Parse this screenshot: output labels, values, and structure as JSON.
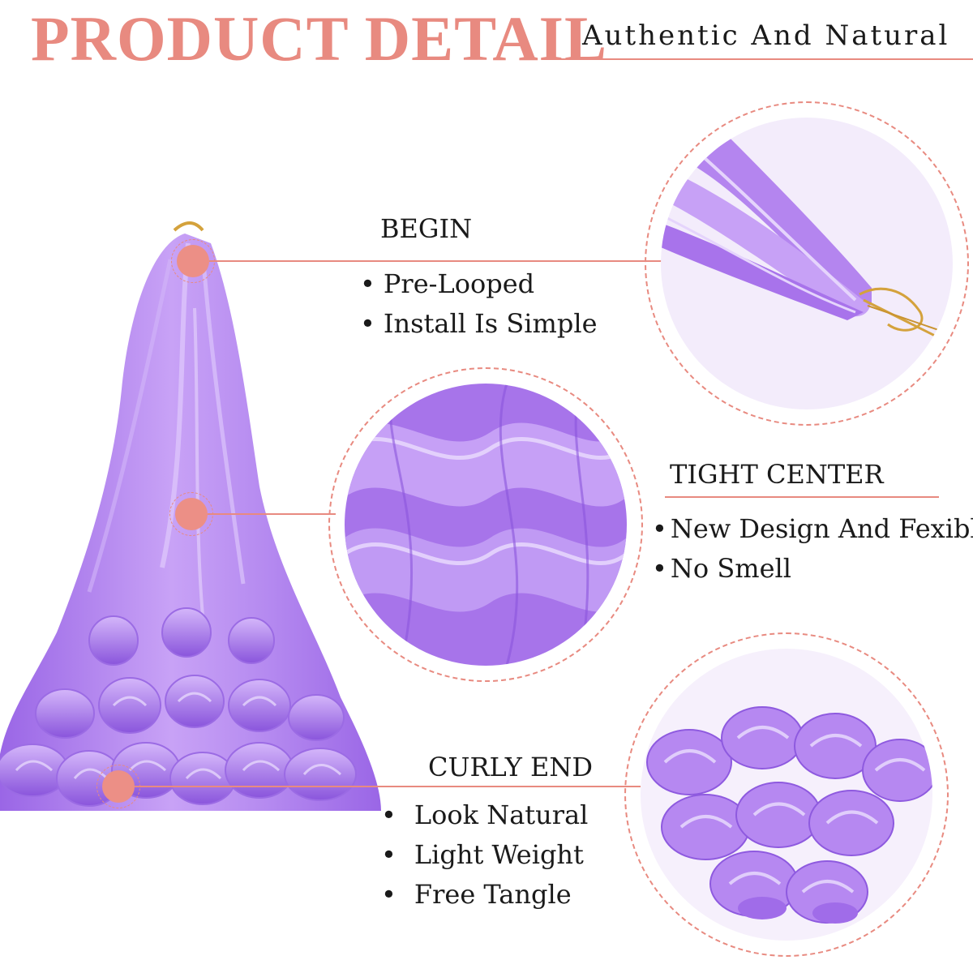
{
  "header": {
    "title": "PRODUCT DETAIL",
    "subtitle": "Authentic And Natural"
  },
  "sections": {
    "begin": {
      "heading": "BEGIN",
      "bullet_char": "•",
      "bullets": [
        "Pre-Looped",
        "Install Is Simple"
      ]
    },
    "tight_center": {
      "heading": "TIGHT CENTER",
      "bullet_char": "•",
      "bullets": [
        "New Design And Fexible",
        "No Smell"
      ]
    },
    "curly_end": {
      "heading": "CURLY END",
      "bullet_char": "•",
      "bullets": [
        "Look Natural",
        "Light Weight",
        "Free Tangle"
      ]
    }
  },
  "colors": {
    "accent": "#e88a80",
    "accent_dot": "#ec8f86",
    "text": "#1a1a1a",
    "hair_light": "#c9a6f5",
    "hair_mid": "#a879ee",
    "hair_dark": "#8a55dc",
    "string_gold": "#d4a23c"
  },
  "images": {
    "product": "purple-french-curl-crochet-braid-hair-bundle",
    "zoom_begin": "pre-looped-top-closeup",
    "zoom_center": "wavy-middle-closeup",
    "zoom_curly": "curly-ends-closeup"
  }
}
